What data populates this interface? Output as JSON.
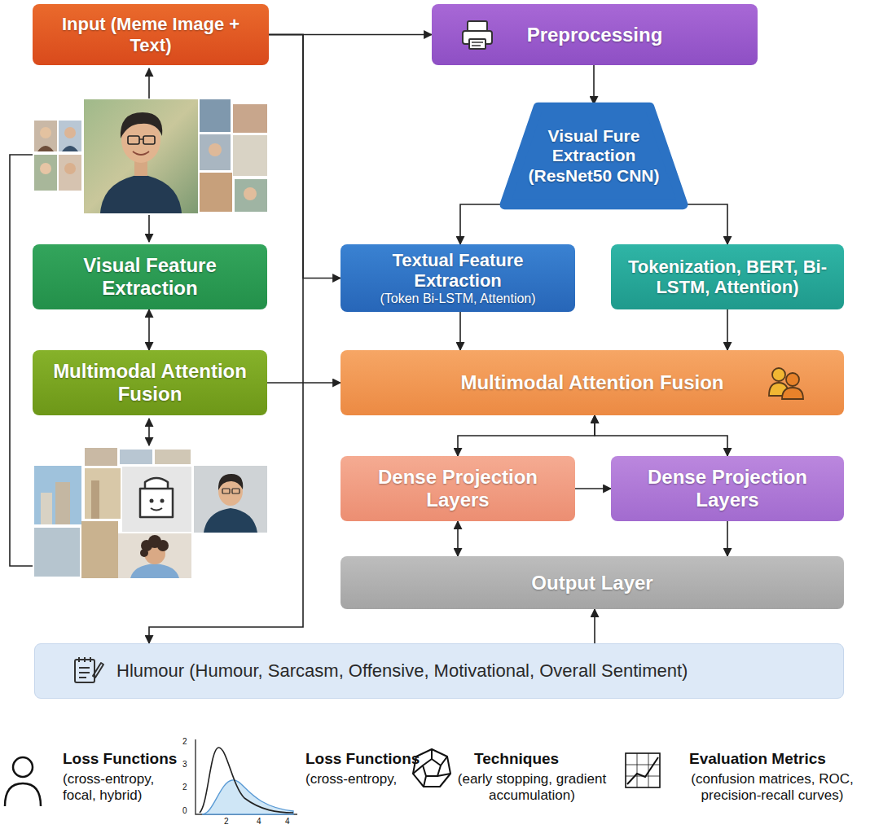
{
  "diagram": {
    "nodes": [
      {
        "text": [
          "Input (Meme Image + Text)"
        ]
      },
      {
        "text": [
          "Preprocessing"
        ]
      },
      {
        "text": [
          "Visual Fure Extraction (ResNet50 CNN)"
        ]
      },
      {
        "text": [
          "Visual Feature Extraction"
        ]
      },
      {
        "text": [
          "Textual Feature Extraction",
          "(Token Bi-LSTM, Attention)"
        ]
      },
      {
        "text": [
          "Tokenization, BERT, Bi-LSTM, Attention)"
        ]
      },
      {
        "text": [
          "Multimodal Attention Fusion"
        ]
      },
      {
        "text": [
          "Multimodal Attention Fusion"
        ]
      },
      {
        "text": [
          "Dense Projection Layers"
        ]
      },
      {
        "text": [
          "Dense Projection Layers"
        ]
      },
      {
        "text": [
          "Output Layer"
        ]
      },
      {
        "text": [
          "Hlumour (Humour, Sarcasm, Offensive, Motivational, Overall Sentiment)"
        ]
      }
    ],
    "edges": [
      {
        "from": 0,
        "to": 1,
        "arrow": "to"
      },
      {
        "from": 1,
        "to": 2,
        "arrow": "to"
      },
      {
        "from": 2,
        "to": 4,
        "arrow": "to"
      },
      {
        "from": 2,
        "to": 5,
        "arrow": "to"
      },
      {
        "from": 0,
        "to": 4,
        "arrow": "to"
      },
      {
        "from": 3,
        "to": 6,
        "arrow": "both"
      },
      {
        "from": 4,
        "to": 7,
        "arrow": "to"
      },
      {
        "from": 5,
        "to": 7,
        "arrow": "to"
      },
      {
        "from": 6,
        "to": 7,
        "arrow": "to"
      },
      {
        "from": 7,
        "to": 8,
        "arrow": "both"
      },
      {
        "from": 7,
        "to": 9,
        "arrow": "both"
      },
      {
        "from": 8,
        "to": 9,
        "arrow": "to"
      },
      {
        "from": 8,
        "to": 10,
        "arrow": "both"
      },
      {
        "from": 9,
        "to": 10,
        "arrow": "to"
      },
      {
        "from": 0,
        "to": 11,
        "arrow": "to"
      },
      {
        "from": 11,
        "to": 10,
        "arrow": "to"
      }
    ],
    "labels": [
      "Loss Functions",
      "(cross-entropy, focal, hybrid)",
      "2",
      "3",
      "2",
      "0",
      "2",
      "4",
      "4",
      "Loss Functions",
      "(cross-entropy,",
      "Techniques",
      "(early stopping, gradient accumulation)",
      "Evaluation Metrics",
      "(confusion matrices, ROC, precision-recall curves)"
    ]
  }
}
